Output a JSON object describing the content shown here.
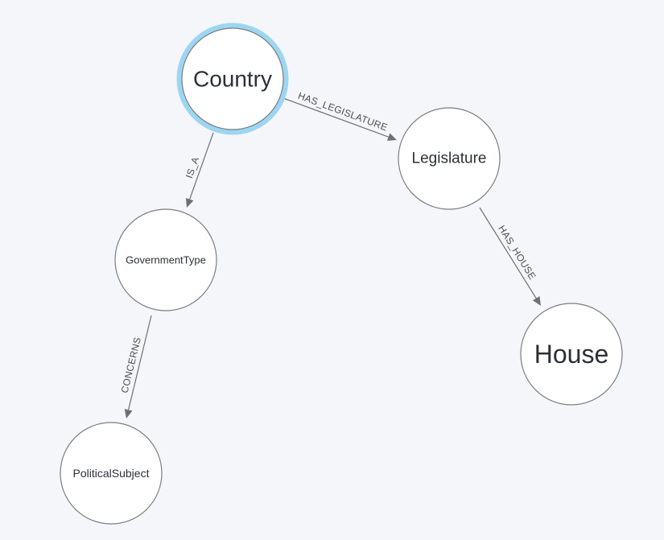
{
  "graph": {
    "nodes": [
      {
        "id": "country",
        "label": "Country",
        "selected": true
      },
      {
        "id": "legislature",
        "label": "Legislature",
        "selected": false
      },
      {
        "id": "government_type",
        "label": "GovernmentType",
        "selected": false
      },
      {
        "id": "house",
        "label": "House",
        "selected": false
      },
      {
        "id": "political_subject",
        "label": "PoliticalSubject",
        "selected": false
      }
    ],
    "edges": [
      {
        "id": "e1",
        "source": "country",
        "target": "legislature",
        "label": "HAS_LEGISLATURE"
      },
      {
        "id": "e2",
        "source": "country",
        "target": "government_type",
        "label": "IS_A"
      },
      {
        "id": "e3",
        "source": "legislature",
        "target": "house",
        "label": "HAS_HOUSE"
      },
      {
        "id": "e4",
        "source": "government_type",
        "target": "political_subject",
        "label": "CONCERNS"
      }
    ]
  },
  "colors": {
    "background": "#f5f6fa",
    "node_fill": "#ffffff",
    "node_stroke": "#7a7d82",
    "selected_halo": "#9dd6f2",
    "edge": "#6d7075"
  }
}
